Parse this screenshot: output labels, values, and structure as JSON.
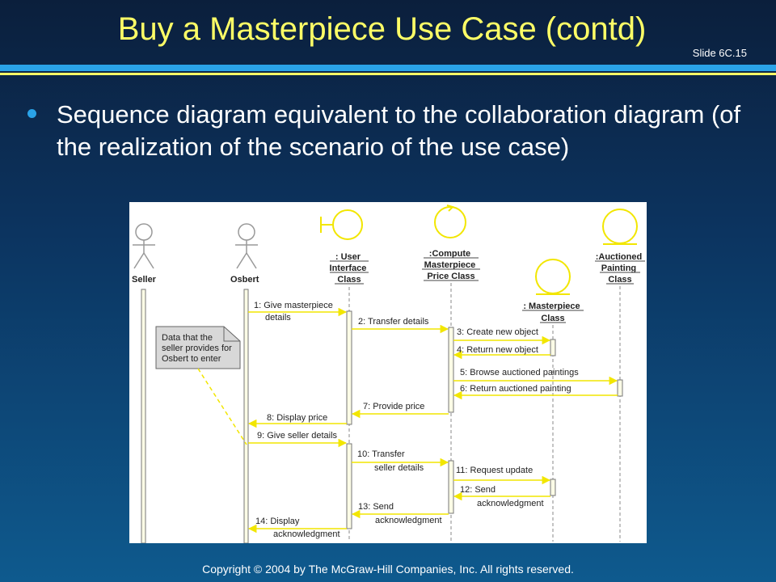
{
  "slide": {
    "title": "Buy a Masterpiece Use Case (contd)",
    "number": "Slide 6C.15",
    "bullet": "Sequence diagram equivalent to the collaboration diagram (of the realization of the scenario of the use case)",
    "footer": "Copyright © 2004 by The McGraw-Hill Companies, Inc.  All rights reserved."
  },
  "diagram": {
    "actors": {
      "seller": "Seller",
      "osbert": "Osbert"
    },
    "objects": {
      "ui": [
        ": User",
        "Interface",
        "Class"
      ],
      "compute": [
        ":Compute",
        "Masterpiece",
        "Price Class"
      ],
      "masterpiece": [
        ": Masterpiece",
        "Class"
      ],
      "auctioned": [
        ":Auctioned",
        "Painting",
        "Class"
      ]
    },
    "note": [
      "Data that the",
      "seller provides for",
      "Osbert to enter"
    ],
    "messages": {
      "m1": [
        "1: Give masterpiece",
        "details"
      ],
      "m2": "2:  Transfer details",
      "m3": "3:  Create new object",
      "m4": "4:  Return new object",
      "m5": "5:  Browse auctioned paintings",
      "m6": "6:  Return auctioned painting",
      "m7": "7:  Provide price",
      "m8": "8:  Display price",
      "m9": "9:  Give seller details",
      "m10": [
        "10: Transfer",
        "seller details"
      ],
      "m11": "11: Request update",
      "m12": [
        "12: Send",
        "acknowledgment"
      ],
      "m13": [
        "13: Send",
        "acknowledgment"
      ],
      "m14": [
        "14: Display",
        "acknowledgment"
      ]
    },
    "colors": {
      "arrow": "#f2e600",
      "lifeline": "#888888",
      "note_fill": "#d8d8d8"
    }
  }
}
